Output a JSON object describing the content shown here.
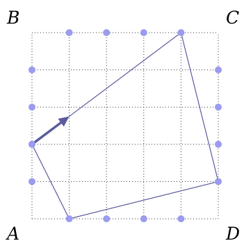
{
  "labels": {
    "top_left": "B",
    "top_right": "C",
    "bottom_left": "A",
    "bottom_right": "D"
  },
  "grid": {
    "divisions": 5
  },
  "points_grid_units": [
    [
      0,
      0
    ],
    [
      0,
      1
    ],
    [
      0,
      2
    ],
    [
      0,
      3
    ],
    [
      0,
      4
    ],
    [
      0,
      5
    ],
    [
      1,
      5
    ],
    [
      2,
      5
    ],
    [
      3,
      5
    ],
    [
      4,
      5
    ],
    [
      5,
      5
    ],
    [
      5,
      4
    ],
    [
      5,
      3
    ],
    [
      5,
      2
    ],
    [
      5,
      1
    ],
    [
      5,
      0
    ],
    [
      4,
      0
    ],
    [
      3,
      0
    ],
    [
      2,
      0
    ],
    [
      1,
      0
    ]
  ],
  "dot_points_grid_units": [
    [
      1,
      5
    ],
    [
      2,
      5
    ],
    [
      3,
      5
    ],
    [
      4,
      5
    ],
    [
      0,
      4
    ],
    [
      0,
      3
    ],
    [
      0,
      2
    ],
    [
      0,
      1
    ],
    [
      5,
      4
    ],
    [
      5,
      3
    ],
    [
      5,
      2
    ],
    [
      5,
      1
    ],
    [
      1,
      0
    ],
    [
      2,
      0
    ],
    [
      3,
      0
    ],
    [
      4,
      0
    ]
  ],
  "quadrilateral_grid_units": [
    [
      0,
      2
    ],
    [
      4,
      5
    ],
    [
      5,
      1
    ],
    [
      1,
      0
    ]
  ],
  "arrow_grid_units": {
    "from": [
      0,
      2
    ],
    "to": [
      1,
      2.75
    ]
  },
  "colors": {
    "dot": "#9b9bef",
    "line": "#5b5b9e",
    "grid": "#333333",
    "text": "#000000"
  }
}
